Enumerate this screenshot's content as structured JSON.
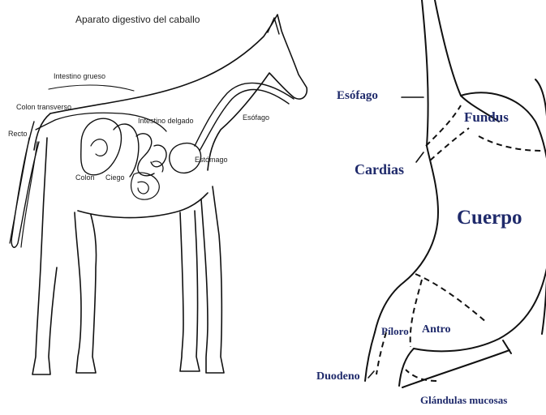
{
  "horse_diagram": {
    "title": "Aparato digestivo del caballo",
    "labels": {
      "intestino_grueso": "Intestino grueso",
      "colon_transverso": "Colon transverso",
      "recto": "Recto",
      "intestino_delgado": "Intestino delgado",
      "esofago": "Esófago",
      "estomago": "Estómago",
      "colon": "Colon",
      "ciego": "Ciego"
    }
  },
  "stomach_diagram": {
    "labels": {
      "esofago": "Esófago",
      "fundus": "Fundus",
      "cardias": "Cardias",
      "cuerpo": "Cuerpo",
      "antro": "Antro",
      "piloro": "Píloro",
      "duodeno": "Duodeno",
      "glandulas": "Glándulas mucosas"
    }
  }
}
